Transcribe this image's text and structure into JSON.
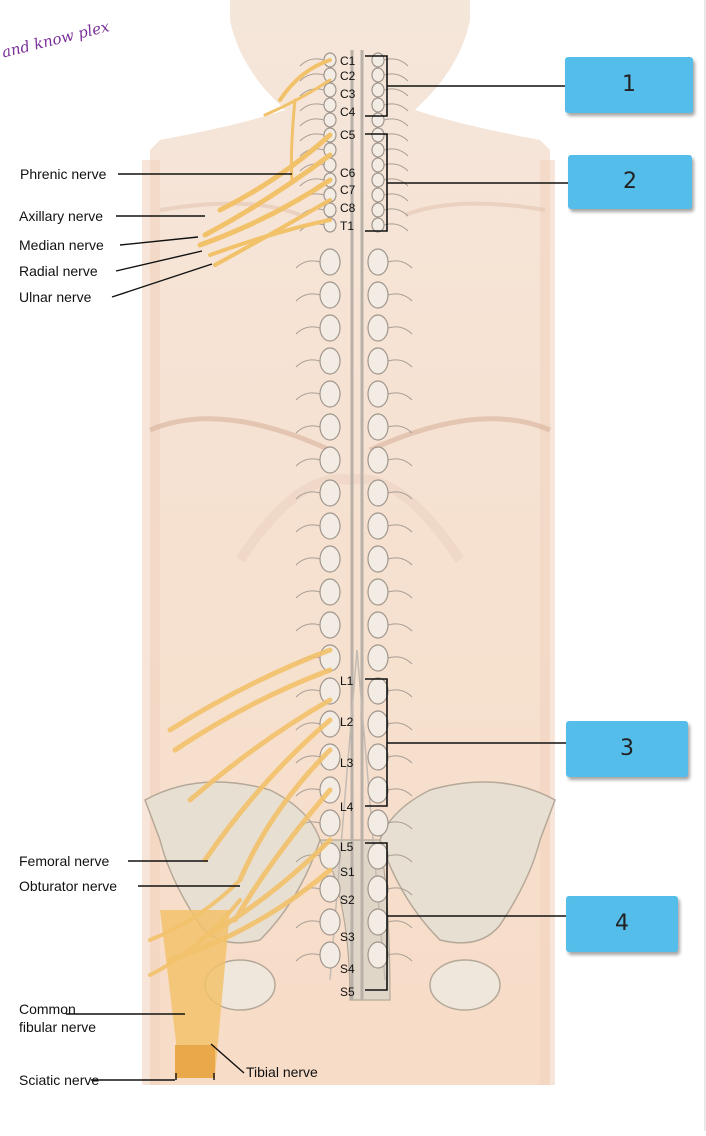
{
  "note": "and know plex",
  "nerve_labels": {
    "phrenic": "Phrenic nerve",
    "axillary": "Axillary nerve",
    "median": "Median nerve",
    "radial": "Radial nerve",
    "ulnar": "Ulnar nerve",
    "femoral": "Femoral nerve",
    "obturator": "Obturator nerve",
    "common_fibular_1": "Common",
    "common_fibular_2": "fibular nerve",
    "sciatic": "Sciatic nerve",
    "tibial": "Tibial nerve"
  },
  "levels": {
    "c1": "C1",
    "c2": "C2",
    "c3": "C3",
    "c4": "C4",
    "c5": "C5",
    "c6": "C6",
    "c7": "C7",
    "c8": "C8",
    "t1": "T1",
    "l1": "L1",
    "l2": "L2",
    "l3": "L3",
    "l4": "L4",
    "l5": "L5",
    "s1": "S1",
    "s2": "S2",
    "s3": "S3",
    "s4": "S4",
    "s5": "S5"
  },
  "boxes": {
    "b1": "1",
    "b2": "2",
    "b3": "3",
    "b4": "4"
  },
  "colors": {
    "skin": "#f6e1d2",
    "nerve": "#f2c26b",
    "bone": "#e6ded2",
    "box": "#55bde9",
    "note": "#7a2f98"
  }
}
